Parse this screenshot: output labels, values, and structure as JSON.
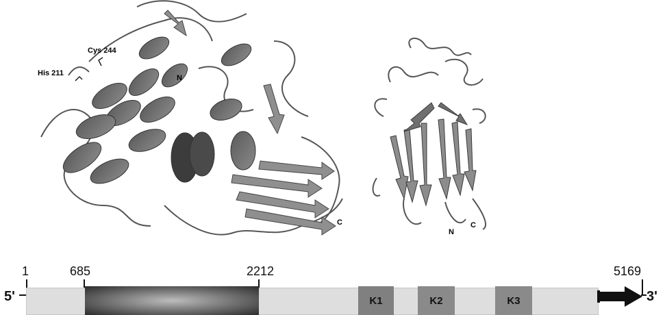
{
  "structure_left": {
    "labels": {
      "his": "His 211",
      "cys": "Cys 244",
      "n_term": "N",
      "c_term": "C"
    }
  },
  "structure_right": {
    "labels": {
      "n_term": "N",
      "c_term": "C"
    }
  },
  "gene_map": {
    "five_prime": "5'",
    "three_prime": "3'",
    "positions": {
      "start": "1",
      "domain_start": "685",
      "domain_end": "2212",
      "end": "5169"
    },
    "kringles": [
      "K1",
      "K2",
      "K3"
    ],
    "colors": {
      "bar": "#dedede",
      "kringle": "#808080",
      "domain_dark": "#2b2b2b",
      "domain_light": "#b5b5b5",
      "arrow": "#111111"
    }
  }
}
